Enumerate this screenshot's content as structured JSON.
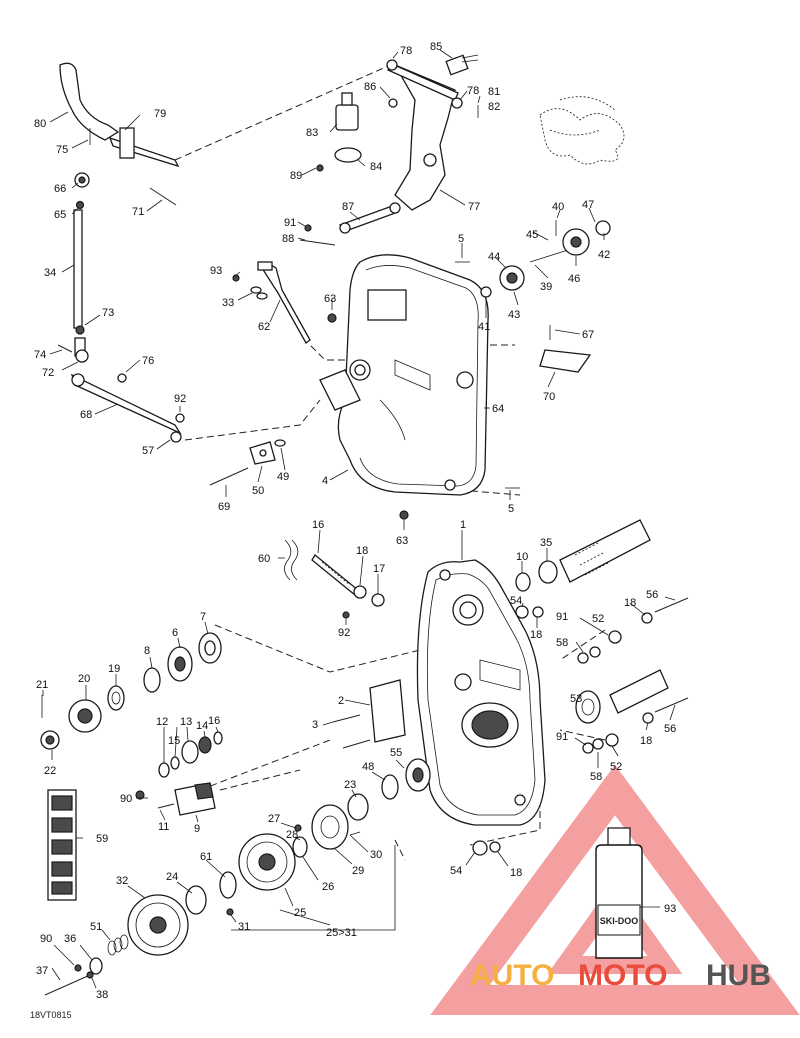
{
  "callouts": {
    "c1": "1",
    "c2": "2",
    "c3": "3",
    "c4": "4",
    "c5a": "5",
    "c5b": "5",
    "c6": "6",
    "c7": "7",
    "c8": "8",
    "c9": "9",
    "c10": "10",
    "c11": "11",
    "c12": "12",
    "c13": "13",
    "c14": "14",
    "c15": "15",
    "c16a": "16",
    "c16b": "16",
    "c17": "17",
    "c18a": "18",
    "c18b": "18",
    "c18c": "18",
    "c18d": "18",
    "c18e": "18",
    "c19": "19",
    "c20": "20",
    "c21": "21",
    "c22": "22",
    "c23": "23",
    "c24": "24",
    "c25": "25",
    "c25r": "25>31",
    "c26": "26",
    "c27": "27",
    "c28": "28",
    "c29": "29",
    "c30": "30",
    "c31": "31",
    "c32": "32",
    "c33": "33",
    "c34": "34",
    "c35": "35",
    "c36": "36",
    "c37": "37",
    "c38": "38",
    "c39": "39",
    "c40": "40",
    "c41": "41",
    "c42": "42",
    "c43": "43",
    "c44": "44",
    "c45": "45",
    "c46": "46",
    "c47": "47",
    "c48": "48",
    "c49": "49",
    "c50": "50",
    "c51": "51",
    "c52a": "52",
    "c52b": "52",
    "c53": "53",
    "c54a": "54",
    "c54b": "54",
    "c55": "55",
    "c56a": "56",
    "c56b": "56",
    "c57": "57",
    "c58a": "58",
    "c58b": "58",
    "c59": "59",
    "c60": "60",
    "c61": "61",
    "c62": "62",
    "c63a": "63",
    "c63b": "63",
    "c64": "64",
    "c65": "65",
    "c66": "66",
    "c67": "67",
    "c68": "68",
    "c69": "69",
    "c70": "70",
    "c71": "71",
    "c72": "72",
    "c73": "73",
    "c74": "74",
    "c75": "75",
    "c76": "76",
    "c77": "77",
    "c78a": "78",
    "c78b": "78",
    "c79": "79",
    "c80": "80",
    "c81": "81",
    "c82": "82",
    "c83": "83",
    "c84": "84",
    "c85": "85",
    "c86": "86",
    "c87": "87",
    "c88": "88",
    "c89": "89",
    "c90a": "90",
    "c90b": "90",
    "c91": "91",
    "c91a": "91",
    "c91b": "91",
    "c92a": "92",
    "c92b": "92",
    "c93a": "93",
    "c93b": "93"
  },
  "ref_code": "18VT0815",
  "watermark": {
    "word_part1": "AUTO",
    "word_part2": "MOTO",
    "word_part3": "HUB",
    "bottle_label": "SKI-DOO",
    "color_triangle": "#f08080",
    "color_auto": "#f5b041",
    "color_moto": "#e74c3c",
    "color_hub": "#555555"
  }
}
